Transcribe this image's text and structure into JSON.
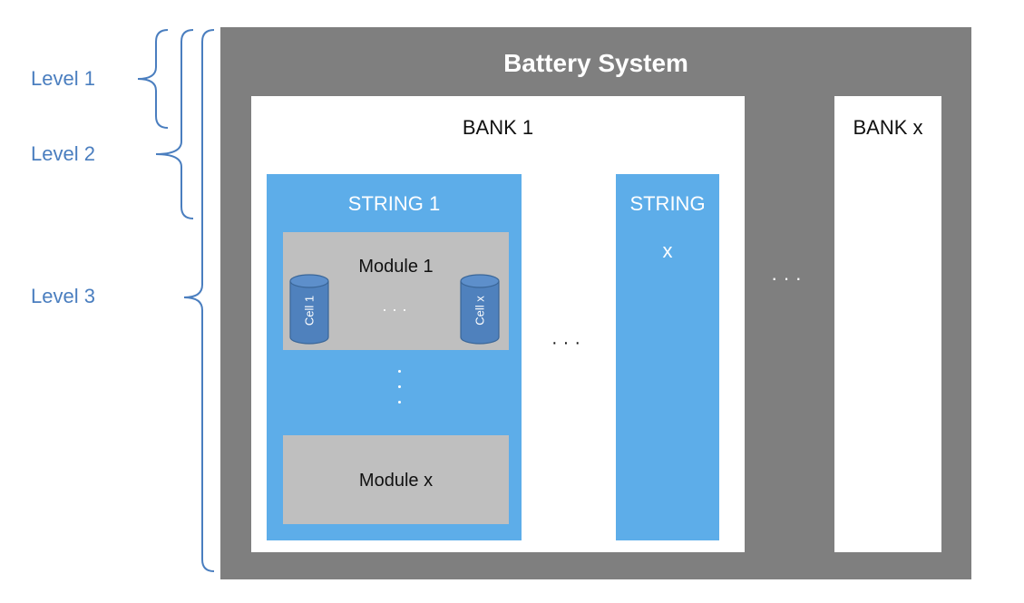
{
  "levels": [
    {
      "label": "Level 1"
    },
    {
      "label": "Level 2"
    },
    {
      "label": "Level 3"
    }
  ],
  "system": {
    "title": "Battery System"
  },
  "banks": [
    {
      "label": "BANK 1"
    },
    {
      "label": "BANK x"
    }
  ],
  "strings": [
    {
      "label": "STRING 1"
    },
    {
      "label": "STRING",
      "sub": "x"
    }
  ],
  "modules": [
    {
      "label": "Module 1"
    },
    {
      "label": "Module x"
    }
  ],
  "cells": [
    {
      "label": "Cell 1"
    },
    {
      "label": "Cell x"
    }
  ],
  "ellipsis": {
    "banks": "···",
    "strings": "···",
    "cells": "···"
  },
  "colors": {
    "system": "#7f7f7f",
    "bank": "#ffffff",
    "string": "#5dade9",
    "module": "#bfbfbf",
    "cell": "#4f81bd",
    "brace": "#4a7ebf"
  }
}
